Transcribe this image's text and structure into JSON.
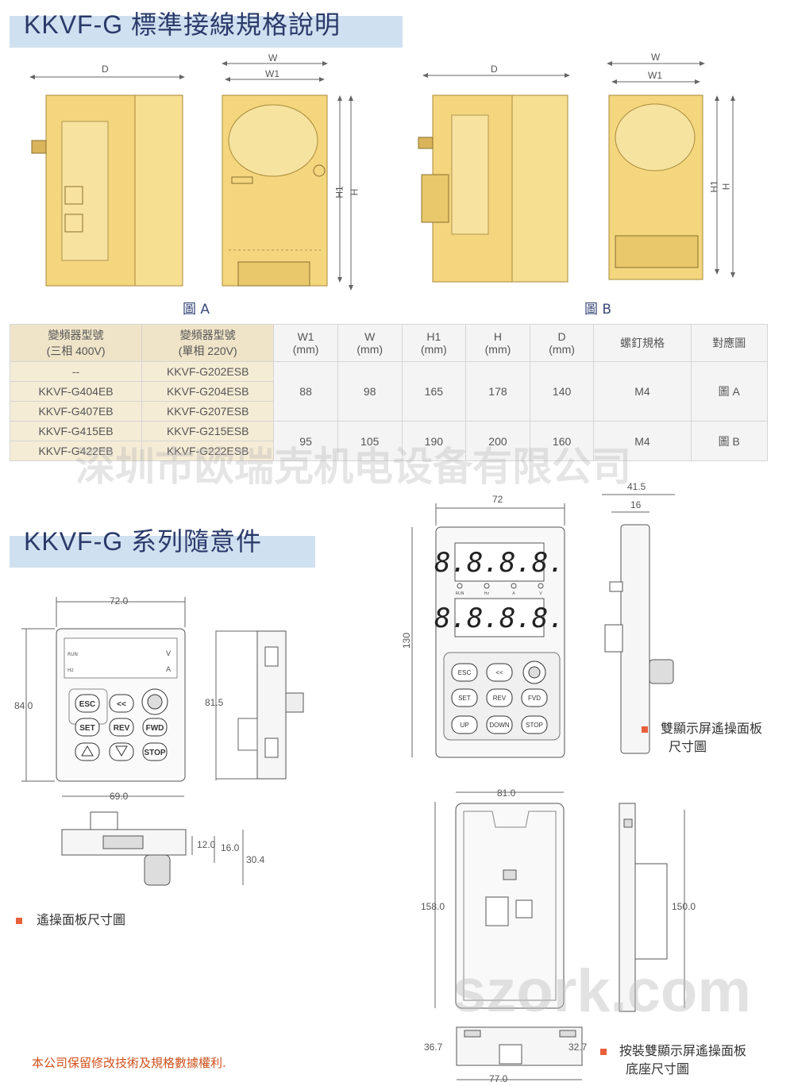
{
  "section1": {
    "title": "KKVF-G 標準接線規格說明",
    "fig_a_label": "圖 A",
    "fig_b_label": "圖 B",
    "dims_a": {
      "d": "D",
      "w": "W",
      "w1": "W1",
      "h1": "H1",
      "h": "H"
    },
    "dims_b": {
      "d": "D",
      "w": "W",
      "w1": "W1",
      "h1": "H1",
      "h": "H"
    }
  },
  "table": {
    "headers": [
      {
        "l1": "變頻器型號",
        "l2": "(三相 400V)"
      },
      {
        "l1": "變頻器型號",
        "l2": "(單相 220V)"
      },
      {
        "l1": "W1",
        "l2": "(mm)"
      },
      {
        "l1": "W",
        "l2": "(mm)"
      },
      {
        "l1": "H1",
        "l2": "(mm)"
      },
      {
        "l1": "H",
        "l2": "(mm)"
      },
      {
        "l1": "D",
        "l2": "(mm)"
      },
      {
        "l1": "螺釘規格",
        "l2": ""
      },
      {
        "l1": "對應圖",
        "l2": ""
      }
    ],
    "rows": [
      {
        "m3": "--",
        "m1": "KKVF-G202ESB"
      },
      {
        "m3": "KKVF-G404EB",
        "m1": "KKVF-G204ESB"
      },
      {
        "m3": "KKVF-G407EB",
        "m1": "KKVF-G207ESB"
      },
      {
        "m3": "KKVF-G415EB",
        "m1": "KKVF-G215ESB"
      },
      {
        "m3": "KKVF-G422EB",
        "m1": "KKVF-G222ESB"
      }
    ],
    "group1": {
      "w1": "88",
      "w": "98",
      "h1": "165",
      "h": "178",
      "d": "140",
      "screw": "M4",
      "fig": "圖 A"
    },
    "group2": {
      "w1": "95",
      "w": "105",
      "h1": "190",
      "h": "200",
      "d": "160",
      "screw": "M4",
      "fig": "圖 B"
    }
  },
  "section2": {
    "title": "KKVF-G 系列隨意件",
    "panel_caption": "遙操面板尺寸圖",
    "dual_caption_l1": "雙顯示屏遙操面板",
    "dual_caption_l2": "尺寸圖",
    "base_caption_l1": "按裝雙顯示屏遙操面板",
    "base_caption_l2": "底座尺寸圖",
    "footer": "本公司保留修改技術及規格數據權利.",
    "dims": {
      "p_w": "72.0",
      "p_h": "84.0",
      "p_side": "81.5",
      "p_bw": "69.0",
      "p_t1": "12.0",
      "p_t2": "16.0",
      "p_t3": "30.4",
      "d_w": "72",
      "d_h": "130",
      "d_s1": "41.5",
      "d_s2": "16",
      "b_w": "81.0",
      "b_h": "158.0",
      "b_side": "150.0",
      "b_l": "36.7",
      "b_r": "32.7",
      "b_bw": "77.0"
    },
    "keys_small": [
      "ESC",
      "<<",
      "SET",
      "REV",
      "FWD",
      "STOP"
    ],
    "keys_dual": [
      "ESC",
      "<<",
      "SET",
      "REV",
      "FVD",
      "UP",
      "DOWN",
      "STOP"
    ],
    "display_digits": "8.8.8.8.",
    "led_labels": [
      "RUN",
      "Hz",
      "A",
      "V"
    ],
    "lcd_labels": {
      "run": "RUN",
      "hz": "Hz",
      "v": "V",
      "a": "A"
    }
  },
  "watermarks": {
    "cn": "深圳市欧瑞克机电设备有限公司",
    "url": "szork.com"
  },
  "colors": {
    "header_band": "#cfe0f0",
    "title": "#2a3a6a",
    "body_yellow": "#f3d67e",
    "bullet": "#e8603a",
    "footer": "#d0501c"
  }
}
